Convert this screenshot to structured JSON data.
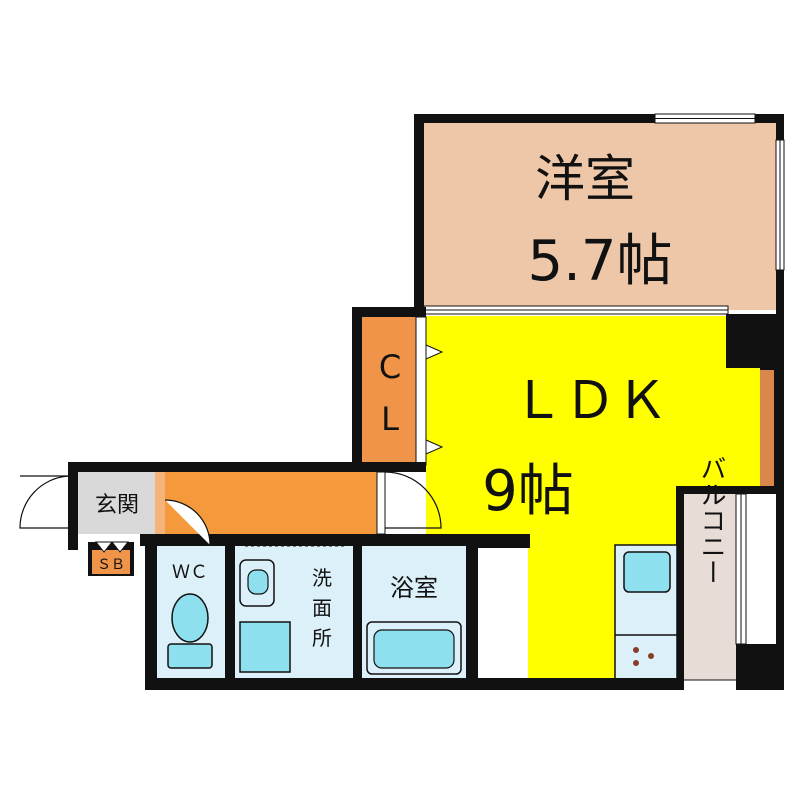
{
  "rooms": {
    "western_room": {
      "name": "洋室",
      "size": "5.7帖"
    },
    "ldk": {
      "name": "ＬＤＫ",
      "size": "9帖"
    },
    "closet": {
      "c": "C",
      "l": "L"
    },
    "entrance": {
      "name": "玄関"
    },
    "shoe_box": {
      "name": "ＳＢ"
    },
    "toilet": {
      "name": "ＷＣ"
    },
    "washroom": {
      "l1": "洗",
      "l2": "面",
      "l3": "所"
    },
    "bathroom": {
      "name": "浴室"
    },
    "balcony": {
      "name": "バルコニー"
    }
  },
  "colors": {
    "western_room": "#eec7a8",
    "ldk": "#ffff00",
    "closet": "#f0944a",
    "hallway": "#f59a3c",
    "entrance": "#d9d9d9",
    "wet_area": "#dcf0fa",
    "fixture": "#8fe0ef",
    "balcony": "#e8ddd6",
    "wall": "#111111"
  }
}
